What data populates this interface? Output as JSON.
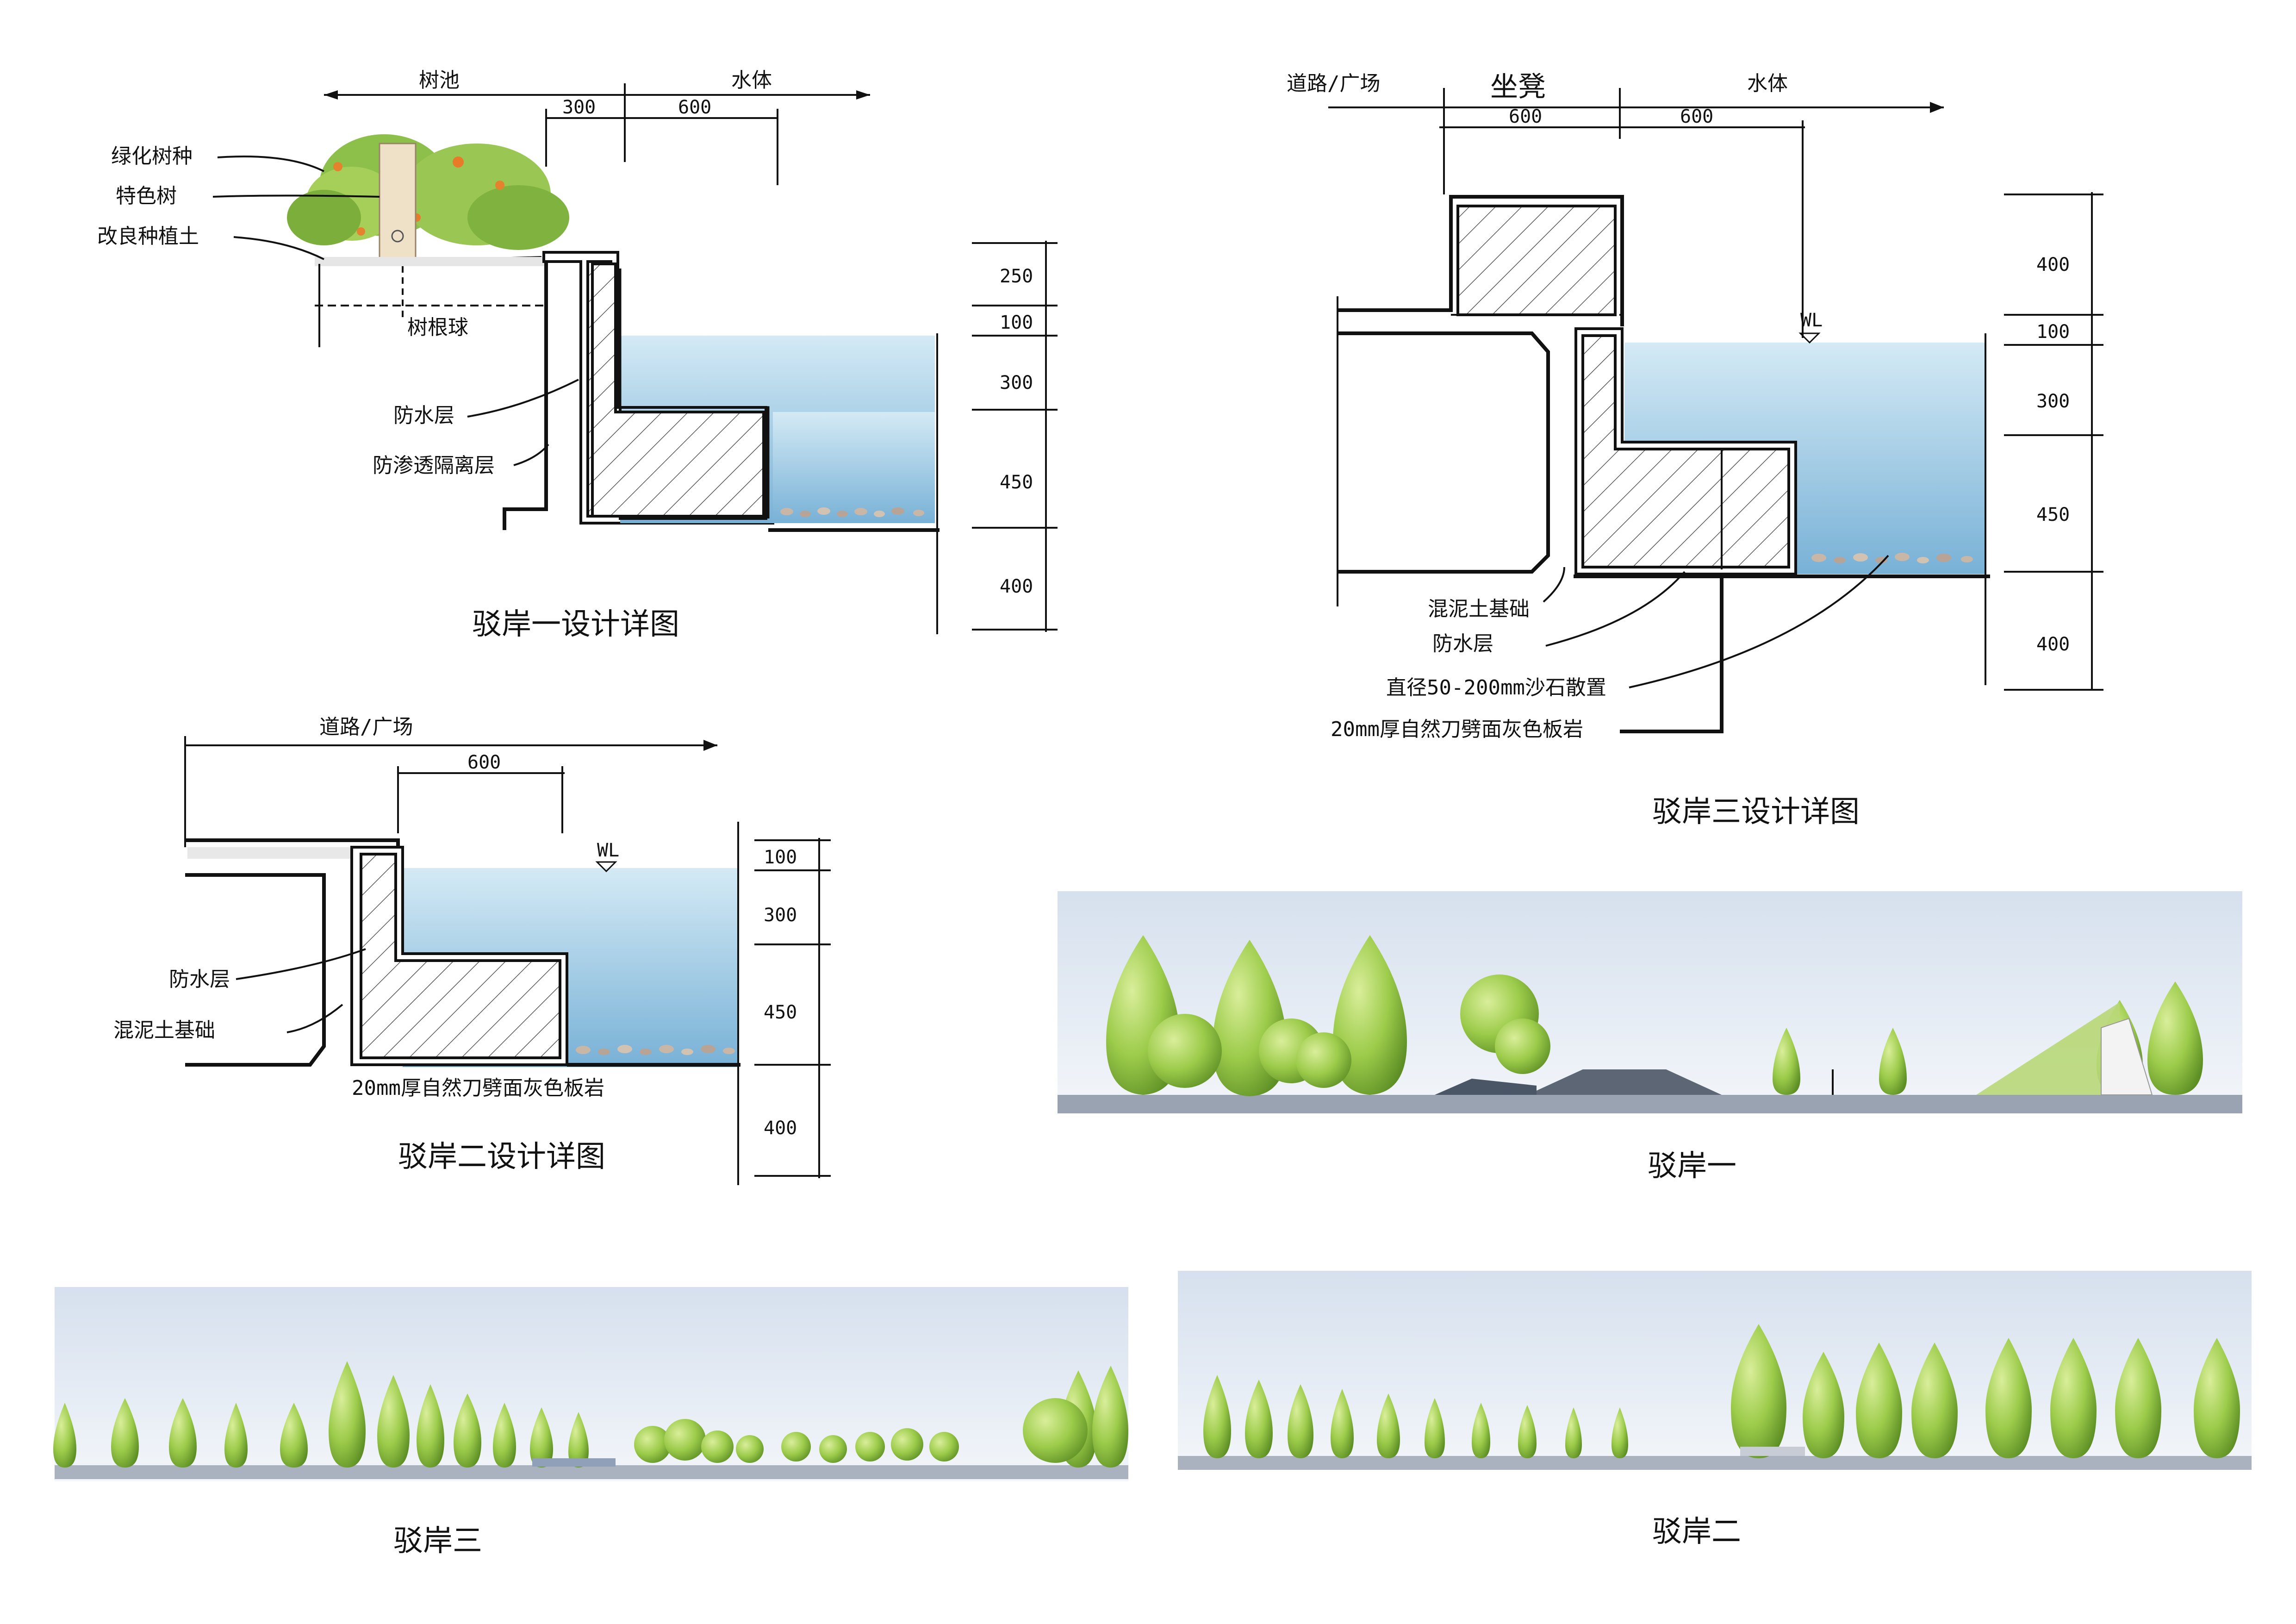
{
  "detail1": {
    "title": "驳岸一设计详图",
    "top_labels": {
      "tree_pit": "树池",
      "water": "水体",
      "w300": "300",
      "w600": "600"
    },
    "callouts": {
      "greening_species": "绿化树种",
      "feature_tree": "特色树",
      "improved_soil": "改良种植土",
      "root_ball": "树根球",
      "waterproof": "防水层",
      "anti_seepage": "防渗透隔离层"
    },
    "dims": [
      "250",
      "100",
      "300",
      "450",
      "400"
    ]
  },
  "detail2": {
    "title": "驳岸二设计详图",
    "top_labels": {
      "road_plaza": "道路/广场",
      "w600": "600",
      "wl": "WL"
    },
    "callouts": {
      "waterproof": "防水层",
      "concrete_base": "混泥土基础",
      "slate": "20mm厚自然刀劈面灰色板岩"
    },
    "dims": [
      "100",
      "300",
      "450",
      "400"
    ]
  },
  "detail3": {
    "title": "驳岸三设计详图",
    "top_labels": {
      "road_plaza": "道路/广场",
      "bench": "坐凳",
      "water": "水体",
      "w600a": "600",
      "w600b": "600",
      "wl": "WL"
    },
    "callouts": {
      "concrete_base": "混泥土基础",
      "waterproof": "防水层",
      "gravel": "直径50-200mm沙石散置",
      "slate": "20mm厚自然刀劈面灰色板岩"
    },
    "dims": [
      "400",
      "100",
      "300",
      "450",
      "400"
    ]
  },
  "elevations": {
    "e1": "驳岸一",
    "e2": "驳岸二",
    "e3": "驳岸三"
  },
  "colors": {
    "water_top": "#c9e4f2",
    "water_bottom": "#7fb6d8",
    "sky": "#dde6f0",
    "tree_light": "#b4d86a",
    "tree_dark": "#6c9a2c"
  }
}
